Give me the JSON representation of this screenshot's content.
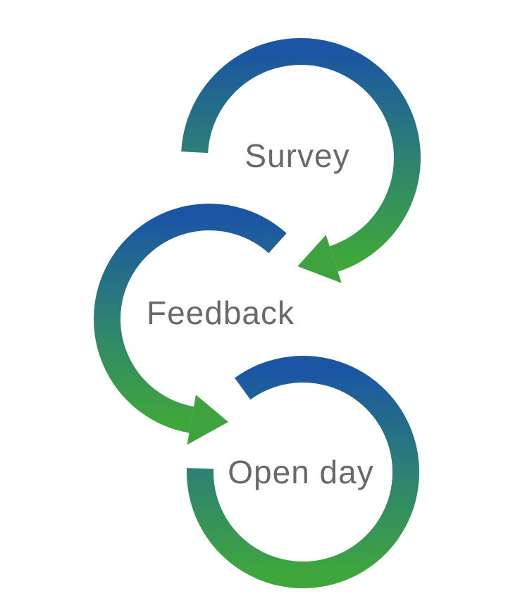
{
  "diagram": {
    "background": "#ffffff",
    "steps": [
      {
        "label": "Survey"
      },
      {
        "label": "Feedback"
      },
      {
        "label": "Open day"
      }
    ],
    "colors": {
      "gradient_top": "#1b55a4",
      "gradient_mid": "#2d8174",
      "gradient_bottom": "#3fa63c",
      "arrow_green": "#3ea33f",
      "label_gray": "#696969"
    }
  }
}
